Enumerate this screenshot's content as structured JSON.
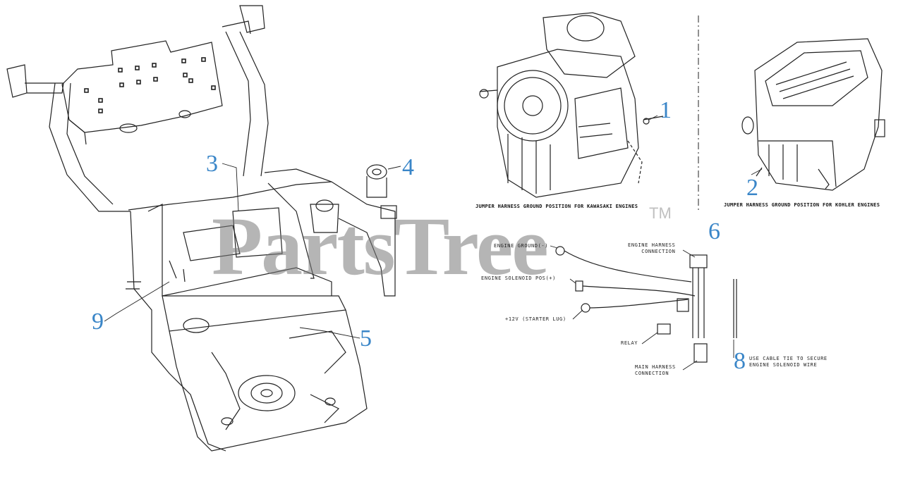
{
  "callouts": {
    "c1": "1",
    "c2": "2",
    "c3": "3",
    "c4": "4",
    "c5": "5",
    "c6": "6",
    "c8": "8",
    "c9": "9"
  },
  "captions": {
    "kawasaki": "JUMPER HARNESS GROUND POSITION FOR KAWASAKI ENGINES",
    "kohler": "JUMPER HARNESS GROUND POSITION FOR KOHLER ENGINES"
  },
  "labels": {
    "engine_ground": "ENGINE GROUND(-)",
    "engine_solenoid": "ENGINE SOLENOID POS(+)",
    "starter_lug": "+12V (STARTER LUG)",
    "engine_harness_1": "ENGINE HARNESS",
    "engine_harness_2": "CONNECTION",
    "relay": "RELAY",
    "main_harness_1": "MAIN HARNESS",
    "main_harness_2": "CONNECTION",
    "cable_tie_1": "USE CABLE TIE TO SECURE",
    "cable_tie_2": "ENGINE SOLENOID WIRE"
  },
  "watermark": {
    "text": "PartsTree",
    "tm": "TM"
  },
  "colors": {
    "callout": "#3a86c8",
    "line": "#222222"
  }
}
